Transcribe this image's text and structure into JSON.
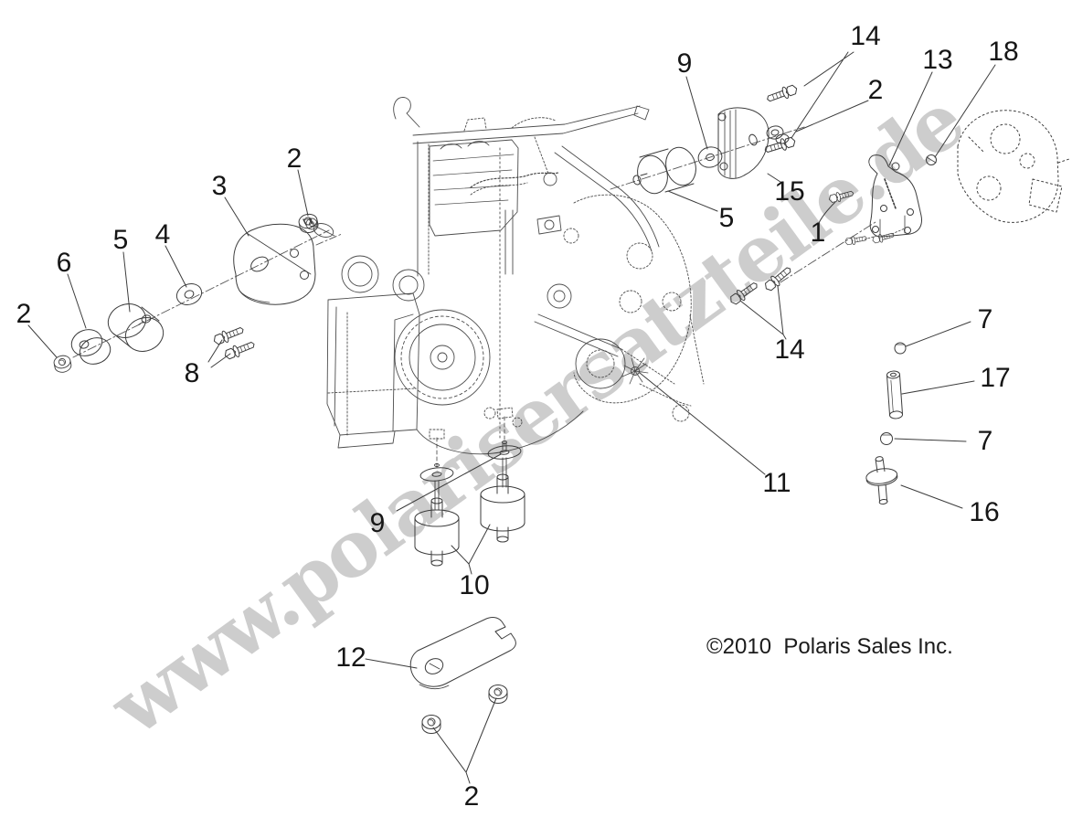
{
  "diagram": {
    "watermark": "www.polarisersatzteile.de",
    "copyright": "©2010  Polaris Sales Inc.",
    "line_color": "#3d3d3d",
    "watermark_color": "#c5c5c5"
  },
  "callouts": [
    {
      "label": "2"
    },
    {
      "label": "3"
    },
    {
      "label": "4"
    },
    {
      "label": "5"
    },
    {
      "label": "6"
    },
    {
      "label": "2"
    },
    {
      "label": "8"
    },
    {
      "label": "9"
    },
    {
      "label": "14"
    },
    {
      "label": "2"
    },
    {
      "label": "13"
    },
    {
      "label": "18"
    },
    {
      "label": "15"
    },
    {
      "label": "5"
    },
    {
      "label": "1"
    },
    {
      "label": "14"
    },
    {
      "label": "7"
    },
    {
      "label": "17"
    },
    {
      "label": "7"
    },
    {
      "label": "16"
    },
    {
      "label": "11"
    },
    {
      "label": "9"
    },
    {
      "label": "10"
    },
    {
      "label": "12"
    },
    {
      "label": "2"
    }
  ]
}
